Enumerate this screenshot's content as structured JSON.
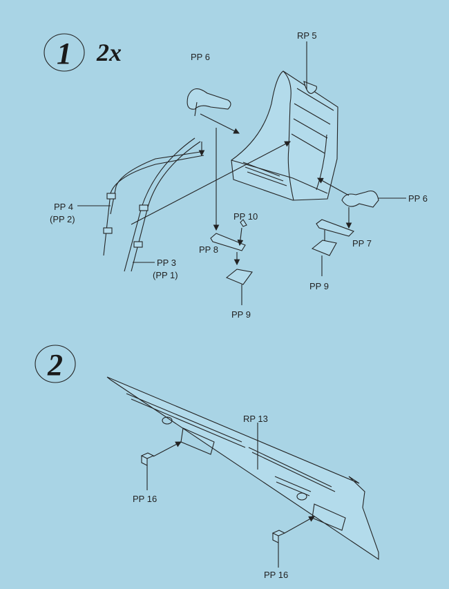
{
  "background_color": "#a9d4e5",
  "step1": {
    "number": "1",
    "quantity": "2x",
    "labels": {
      "rp5": "RP 5",
      "pp6_top": "PP 6",
      "pp6_right": "PP 6",
      "pp4": "PP 4",
      "pp2": "(PP 2)",
      "pp3": "PP 3",
      "pp1": "(PP 1)",
      "pp10": "PP 10",
      "pp8": "PP 8",
      "pp7": "PP 7",
      "pp9_right": "PP 9",
      "pp9_bottom": "PP 9"
    }
  },
  "step2": {
    "number": "2",
    "labels": {
      "rp13": "RP 13",
      "pp16_left": "PP 16",
      "pp16_right": "PP 16"
    }
  }
}
